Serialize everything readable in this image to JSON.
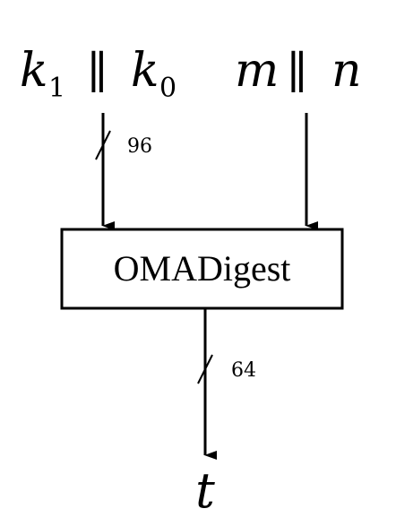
{
  "inputs": {
    "left": {
      "a_base": "k",
      "a_sub": "1",
      "concat": "∥",
      "b_base": "k",
      "b_sub": "0"
    },
    "right": {
      "a": "m",
      "concat": "∥",
      "b": "n"
    }
  },
  "block": {
    "label": "OMADigest"
  },
  "widths": {
    "input": "96",
    "output": "64"
  },
  "output": {
    "label": "t"
  },
  "colors": {
    "concat_bar": "#c88a2a",
    "stroke": "#000000"
  }
}
